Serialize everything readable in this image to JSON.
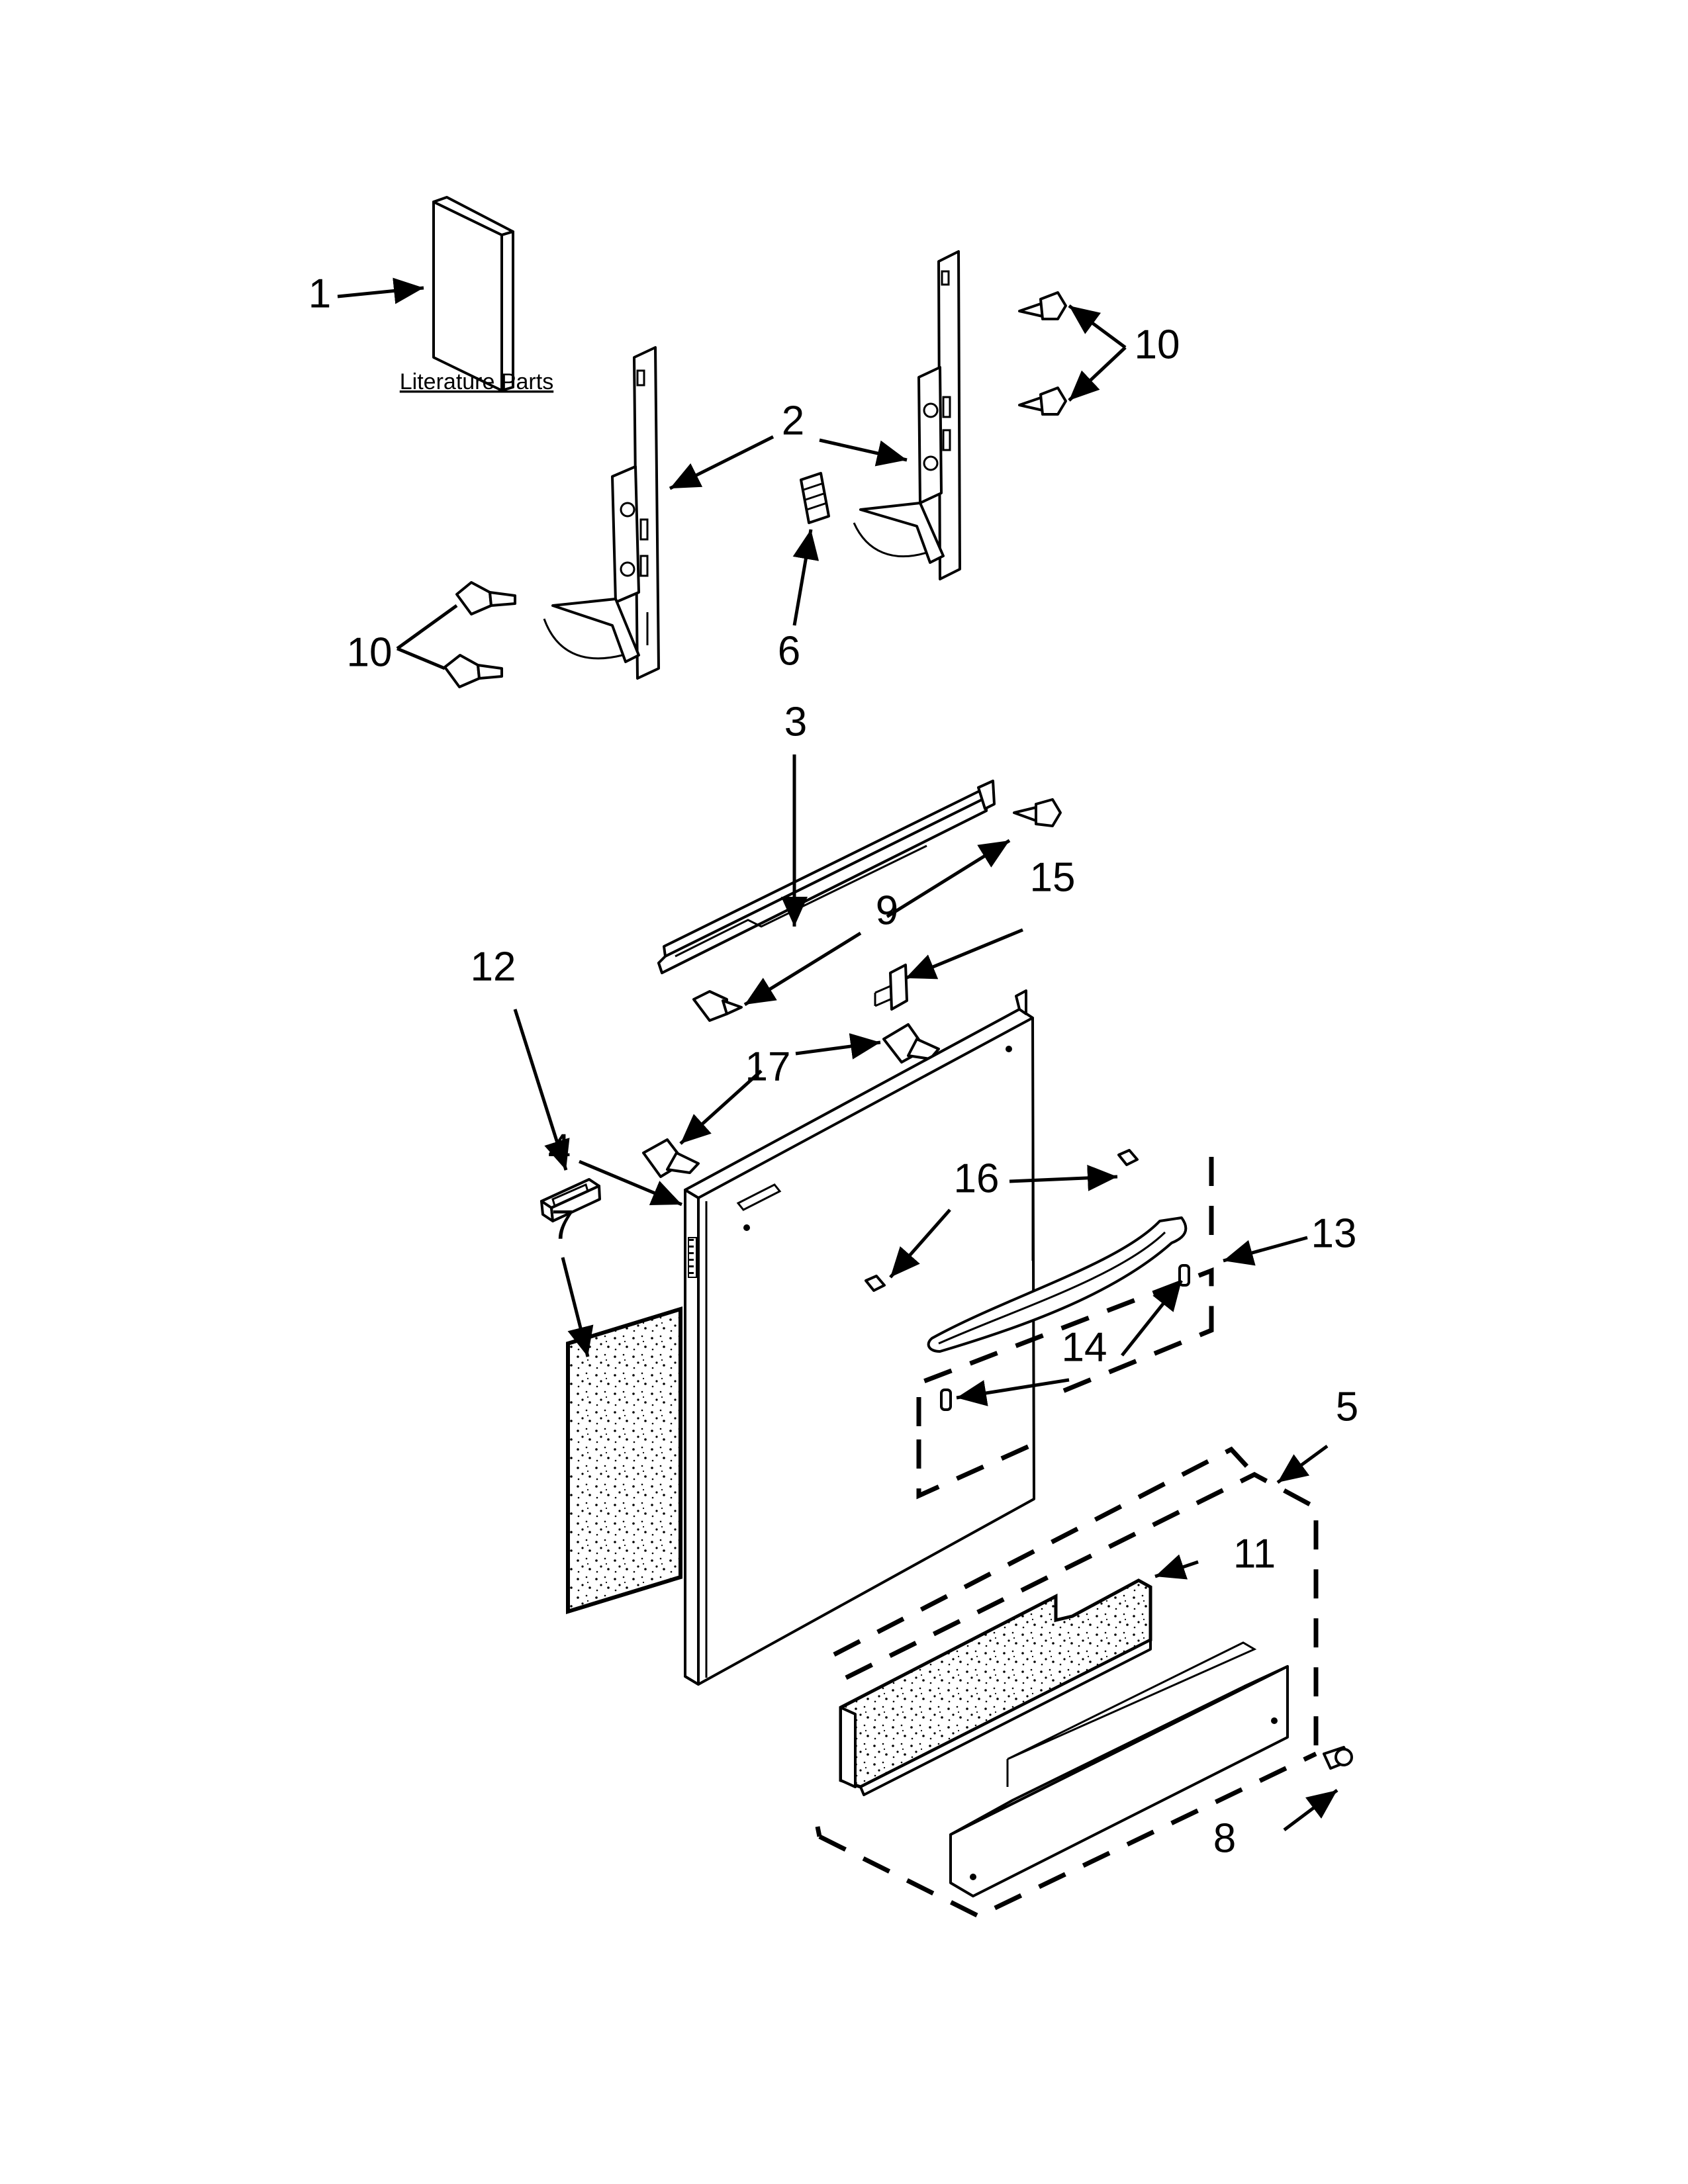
{
  "caption": "Literature Parts",
  "callouts": [
    "1",
    "2",
    "3",
    "4",
    "5",
    "6",
    "7",
    "8",
    "9",
    "10",
    "10",
    "11",
    "12",
    "13",
    "14",
    "15",
    "16",
    "17"
  ],
  "colors": {
    "ink": "#000000",
    "paper": "#ffffff"
  }
}
